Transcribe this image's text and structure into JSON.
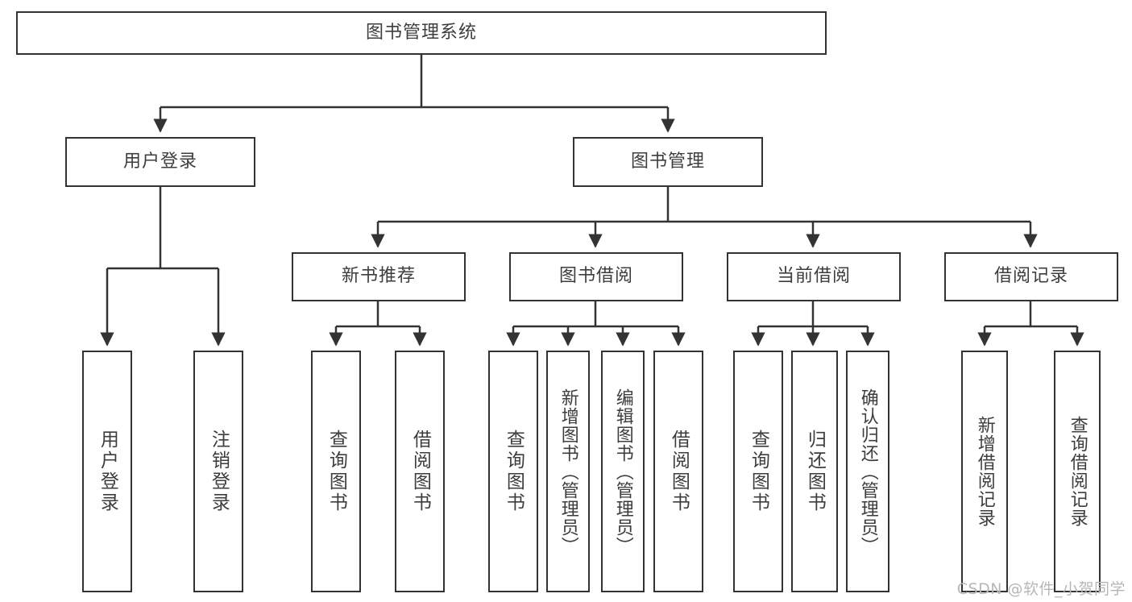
{
  "diagram": {
    "title": "图书管理系统",
    "root": {
      "label": "图书管理系统"
    },
    "level1": [
      {
        "label": "用户登录"
      },
      {
        "label": "图书管理"
      }
    ],
    "level2": [
      {
        "label": "新书推荐"
      },
      {
        "label": "图书借阅"
      },
      {
        "label": "当前借阅"
      },
      {
        "label": "借阅记录"
      }
    ],
    "leaves": {
      "user_login": [
        {
          "label": "用户登录"
        },
        {
          "label": "注销登录"
        }
      ],
      "new_book": [
        {
          "label": "查询图书"
        },
        {
          "label": "借阅图书"
        }
      ],
      "book_borrow": [
        {
          "label": "查询图书"
        },
        {
          "label": "新增图书（管理员）"
        },
        {
          "label": "编辑图书（管理员）"
        },
        {
          "label": "借阅图书"
        }
      ],
      "current_borrow": [
        {
          "label": "查询图书"
        },
        {
          "label": "归还图书"
        },
        {
          "label": "确认归还（管理员）"
        }
      ],
      "borrow_record": [
        {
          "label": "新增借阅记录"
        },
        {
          "label": "查询借阅记录"
        }
      ]
    }
  },
  "watermark": {
    "text": "CSDN @软件_小贺同学"
  },
  "colors": {
    "stroke": "#333333",
    "text": "#3d3d3d",
    "background": "#ffffff",
    "watermark": "#b7b7b7"
  }
}
